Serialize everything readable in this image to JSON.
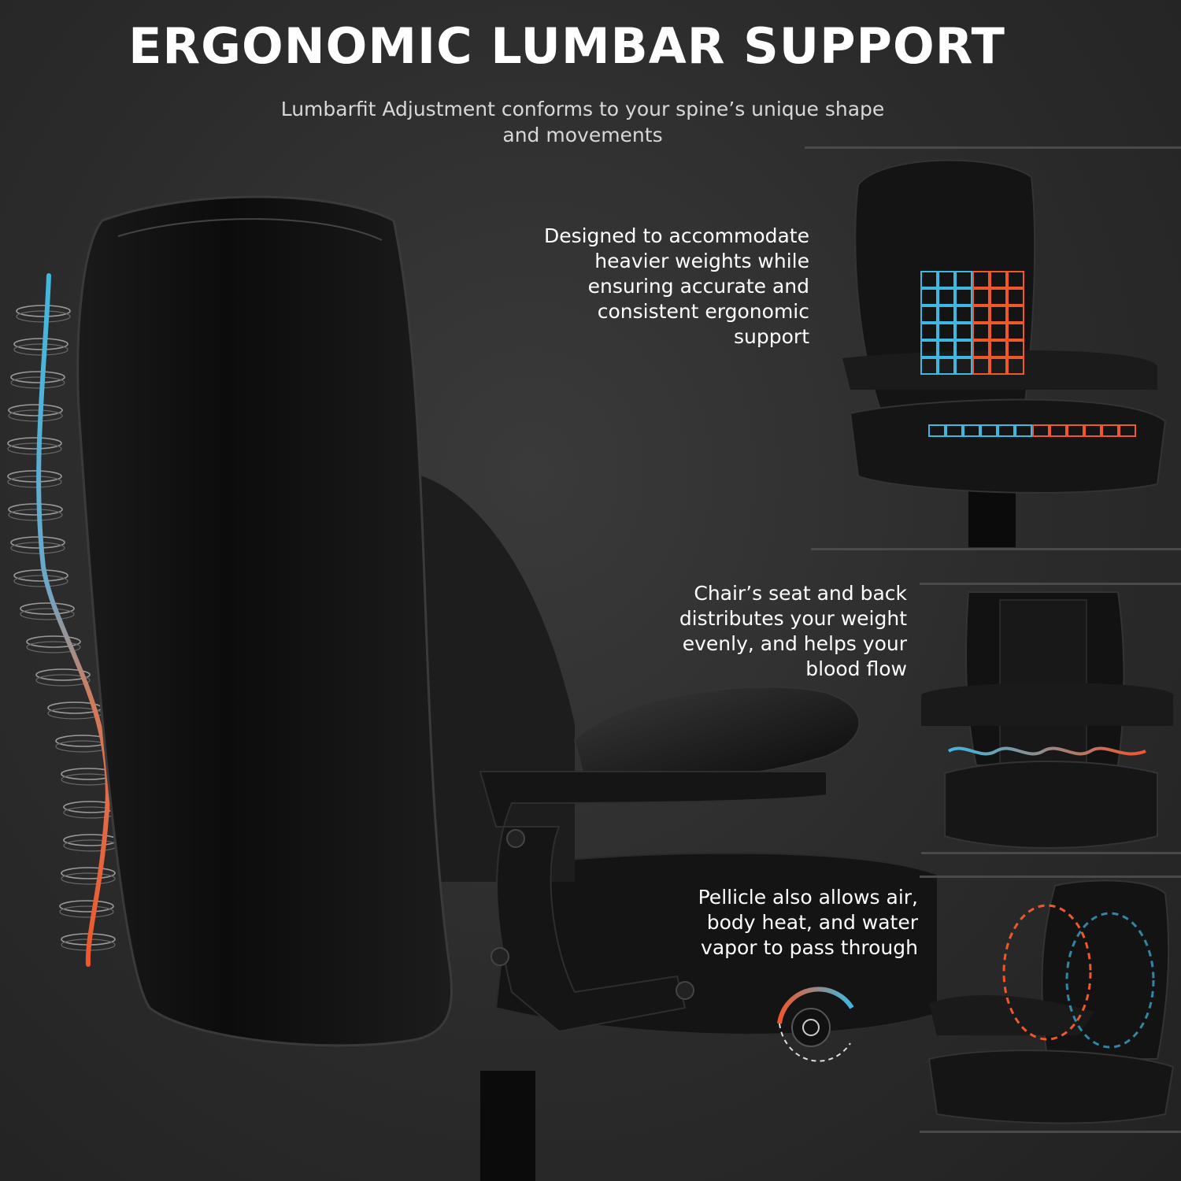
{
  "heading": {
    "title": "ERGONOMIC LUMBAR SUPPORT",
    "subtitle_line1": "Lumbarfit Adjustment conforms to your spine’s unique shape",
    "subtitle_line2": "and movements"
  },
  "callouts": [
    {
      "lines": [
        "Designed to accommodate",
        "heavier weights while",
        "ensuring accurate and",
        "consistent ergonomic",
        "support"
      ]
    },
    {
      "lines": [
        "Chair’s seat and back",
        "distributes your weight",
        "evenly, and helps your",
        "blood flow"
      ]
    },
    {
      "lines": [
        "Pellicle also allows air,",
        "body heat, and water",
        "vapor to pass through"
      ]
    }
  ],
  "colors": {
    "spine_top": "#3fb8e0",
    "spine_bottom": "#f0572a",
    "leather": "#101010",
    "background": "#2b2b2b"
  }
}
